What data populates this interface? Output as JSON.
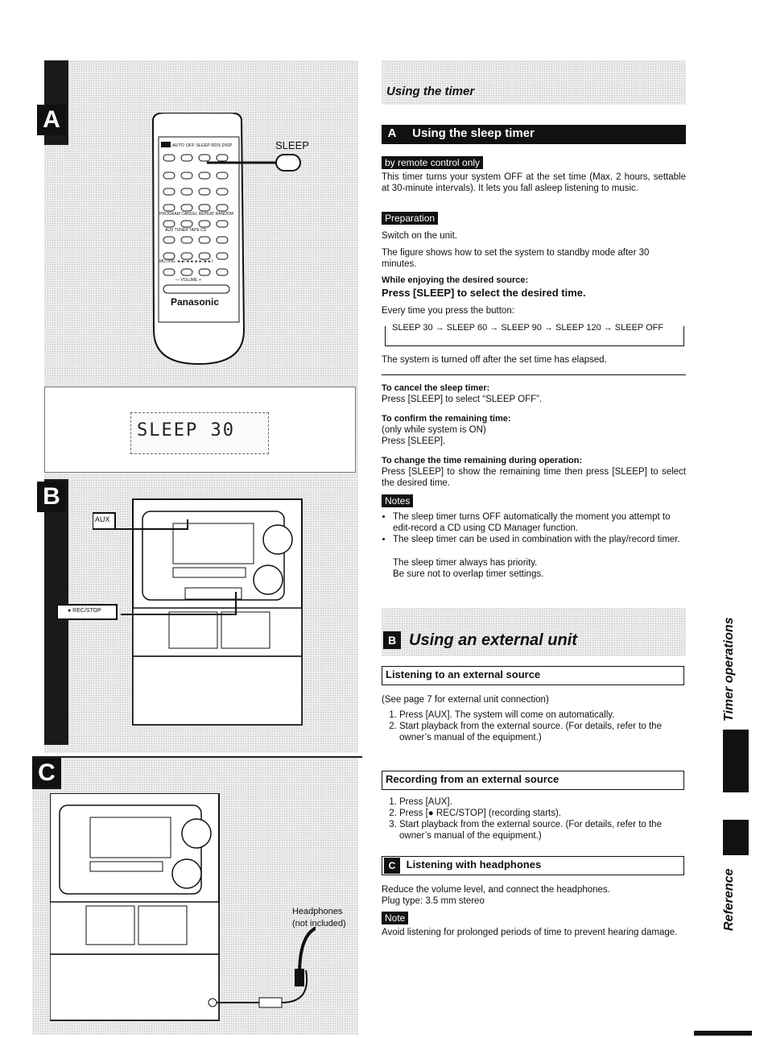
{
  "figure": {
    "A": "A",
    "B": "B",
    "C": "C",
    "remote": {
      "sleep_label": "SLEEP",
      "top_keys": "AUTO OFF  SLEEP  RDS DISP",
      "row_labels": [
        "PROGRAM  CANCEL  REPEAT  RANDOM",
        "AUX  TUNER  TAPE  CD",
        "MUTING  ◄◄/◄◄  ►►/►►I",
        "— VOLUME +"
      ],
      "brand": "Panasonic"
    },
    "display_text": "SLEEP 30",
    "aux_label": "AUX",
    "recstop_label": "● REC/STOP",
    "headphones_label": "Headphones",
    "not_included_label": "(not included)"
  },
  "header": {
    "title": "Using the timer"
  },
  "sectionA": {
    "letter": "A",
    "title": "Using the sleep timer",
    "tag1": "by remote control only",
    "intro": "This timer turns your system OFF at the set time (Max. 2 hours, settable at 30-minute intervals). It lets you fall asleep listening to music.",
    "tag2": "Preparation",
    "prep1": "Switch on the unit.",
    "prep2": "The figure shows how to set the system to standby mode after 30 minutes.",
    "while": "While enjoying the desired source:",
    "press": "Press [SLEEP] to select the desired time.",
    "every": "Every time you press the button:",
    "cycle": "SLEEP 30 → SLEEP 60 → SLEEP 90 → SLEEP 120 → SLEEP OFF",
    "turned_off": "The system is turned off after the set time has elapsed.",
    "cancel_head": "To cancel the sleep timer:",
    "cancel_text": "Press [SLEEP] to select “SLEEP OFF”.",
    "confirm_head": "To confirm the remaining time:",
    "confirm_text1": "(only while system is ON)",
    "confirm_text2": "Press [SLEEP].",
    "change_head": "To change the time remaining during operation:",
    "change_text": "Press [SLEEP] to show the remaining time then press [SLEEP] to select the desired time.",
    "notes_tag": "Notes",
    "notes": [
      "The sleep timer turns OFF automatically the moment you attempt to edit-record a CD using CD Manager function.",
      "The sleep timer can be used in combination with the play/record timer."
    ],
    "notes_extra1": "The sleep timer always has priority.",
    "notes_extra2": "Be sure not to overlap timer settings."
  },
  "sectionB": {
    "letter": "B",
    "title": "Using an external unit",
    "listen_head": "Listening to an external source",
    "see_page": "(See page 7 for external unit connection)",
    "listen_steps": [
      "Press [AUX]. The system will come on automatically.",
      "Start playback from the external source. (For details, refer to the owner’s manual of the equipment.)"
    ],
    "record_head": "Recording from an external source",
    "record_steps": [
      "Press [AUX].",
      "Press [● REC/STOP] (recording starts).",
      "Start playback from the external source. (For details, refer to the owner’s manual of the equipment.)"
    ]
  },
  "sectionC": {
    "letter": "C",
    "title": "Listening with headphones",
    "text1": "Reduce the volume level, and connect the headphones.",
    "text2": "Plug type: 3.5 mm stereo",
    "note_tag": "Note",
    "note_text": "Avoid listening for prolonged periods of time to prevent hearing damage."
  },
  "sidebar": {
    "top": "Timer operations",
    "bottom": "Reference"
  }
}
